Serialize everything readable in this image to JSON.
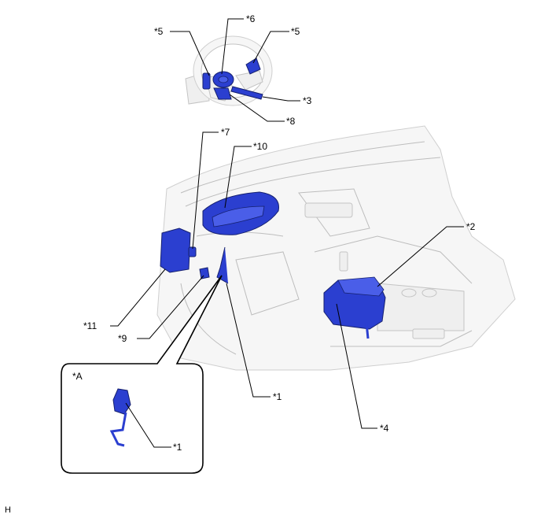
{
  "callouts": {
    "c1": "*1",
    "c1_inset": "*1",
    "c2": "*2",
    "c3": "*3",
    "c4": "*4",
    "c5_left": "*5",
    "c5_right": "*5",
    "c6": "*6",
    "c7": "*7",
    "c8": "*8",
    "c9": "*9",
    "c10": "*10",
    "c11": "*11",
    "inset_label": "*A"
  },
  "footer_code": "H",
  "colors": {
    "part": "#2b3fd0",
    "ghost": "#efefef",
    "background": "#ffffff"
  }
}
